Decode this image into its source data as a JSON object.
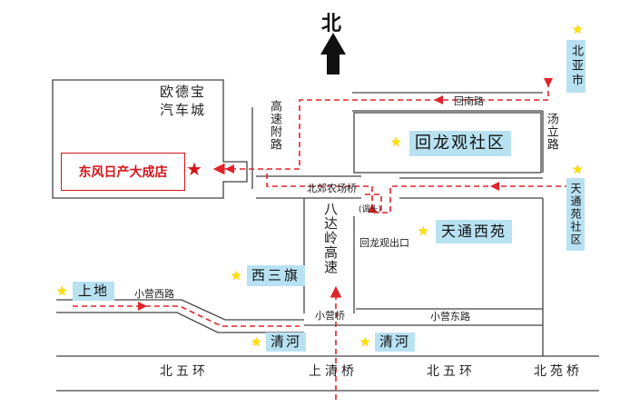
{
  "map": {
    "north": "北",
    "dealer": "东风日产大成店",
    "building_name_line1": "欧德宝",
    "building_name_line2": "汽车城",
    "roads": {
      "huinan": "回南路",
      "gaosu_fulu": "高速附路",
      "tangli": "汤立路",
      "beijiao_nongchang_bridge": "北郊农场桥",
      "badaling_expressway": "八达岭高速",
      "uturn": "(调头)",
      "huilongguan_exit": "回龙观出口",
      "xiaoying_west": "小营西路",
      "xiaoying_bridge": "小营桥",
      "xiaoying_east": "小营东路",
      "north_5th_ring_left": "北五环",
      "shangqing_bridge": "上清桥",
      "north_5th_ring_right": "北五环",
      "beiyuan_bridge": "北苑桥"
    },
    "places": {
      "huilongguan": "回龙观社区",
      "tiantong_xiyuan": "天通西苑",
      "xisanqi": "西三旗",
      "shangdi": "上地",
      "qinghe_left": "清河",
      "qinghe_right": "清河",
      "beiyashi": "北亚市",
      "tiantongyuan": "天通苑社区"
    },
    "colors": {
      "route": "#e0242a",
      "place_box": "#b8e2f2",
      "star": "#ffe000",
      "road": "#333333"
    }
  }
}
